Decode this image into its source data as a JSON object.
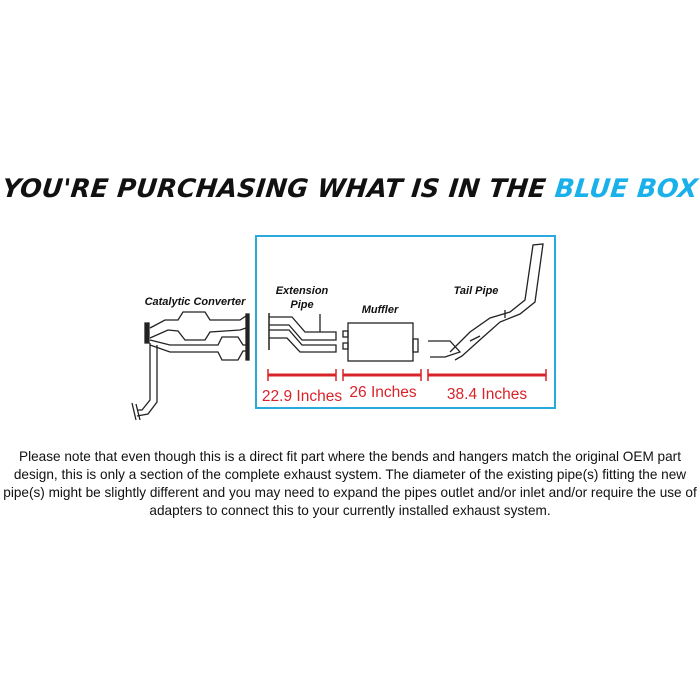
{
  "title": {
    "prefix": "YOU'RE PURCHASING WHAT IS IN THE",
    "highlight": "BLUE BOX",
    "highlight_color": "#1ab0ea"
  },
  "diagram": {
    "box_color": "#29a9dd",
    "measure_color": "#d8232a",
    "labels": {
      "catalytic_converter": "Catalytic Converter",
      "extension_pipe_line1": "Extension",
      "extension_pipe_line2": "Pipe",
      "muffler": "Muffler",
      "tail_pipe": "Tail Pipe"
    },
    "measurements": [
      "22.9 Inches",
      "26 Inches",
      "38.4 Inches"
    ]
  },
  "note": "Please note that even though this is a direct fit part where the bends and hangers match the original OEM part design, this is only a section of the complete exhaust system. The diameter of the existing pipe(s) fitting the new pipe(s) might be slightly different and you may need to expand the pipes outlet and/or inlet and/or require the use of adapters to connect this to your currently installed exhaust system."
}
